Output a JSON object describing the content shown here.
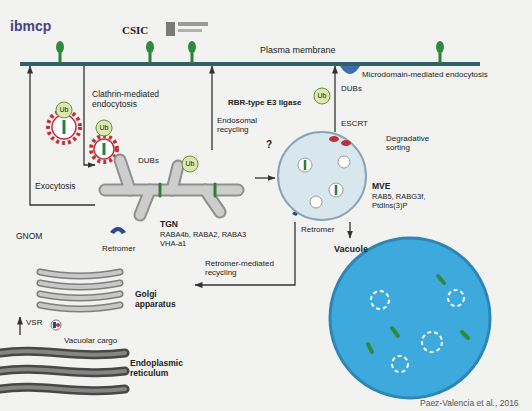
{
  "diagram": {
    "nodes": [
      {
        "text": [
          "Plasma membrane"
        ]
      },
      {
        "text": [
          "TGN",
          "RABA4b, RABA2, RABA3 VHA-a1"
        ]
      },
      {
        "text": [
          "MVE",
          "RAB5, RABG3f, PtdIns(3)P"
        ]
      },
      {
        "text": [
          "Golgi apparatus"
        ]
      },
      {
        "text": [
          "Endoplasmic reticulum"
        ]
      },
      {
        "text": [
          "Vacuole"
        ]
      }
    ],
    "edges": [
      {
        "from": 0,
        "to": 1,
        "arrow": "to"
      },
      {
        "from": 1,
        "to": 0,
        "arrow": "to"
      },
      {
        "from": 1,
        "to": 0,
        "arrow": "to"
      },
      {
        "from": 1,
        "to": 2,
        "arrow": "to"
      },
      {
        "from": 2,
        "to": 0,
        "arrow": "to"
      },
      {
        "from": 2,
        "to": 5,
        "arrow": "to"
      },
      {
        "from": 2,
        "to": 3,
        "arrow": "to"
      },
      {
        "from": 4,
        "to": 3,
        "arrow": "to"
      }
    ],
    "labels": [
      "ibmcp",
      "CSIC",
      "Microdomain-mediated endocytosis",
      "Ub",
      "Clathrin-mediated endocytosis",
      "RBR-type E3 ligase",
      "Ub",
      "DUBs",
      "Ub",
      "Endosomal recycling",
      "ESCRT",
      "?",
      "Degradative sorting",
      "Exocytosis",
      "DUBs",
      "Ub",
      "GNOM",
      "Retromer",
      "Retromer",
      "Retromer-mediated recycling",
      "VSR",
      "Vacuolar cargo",
      "Paez-Valencia et al., 2016"
    ]
  }
}
